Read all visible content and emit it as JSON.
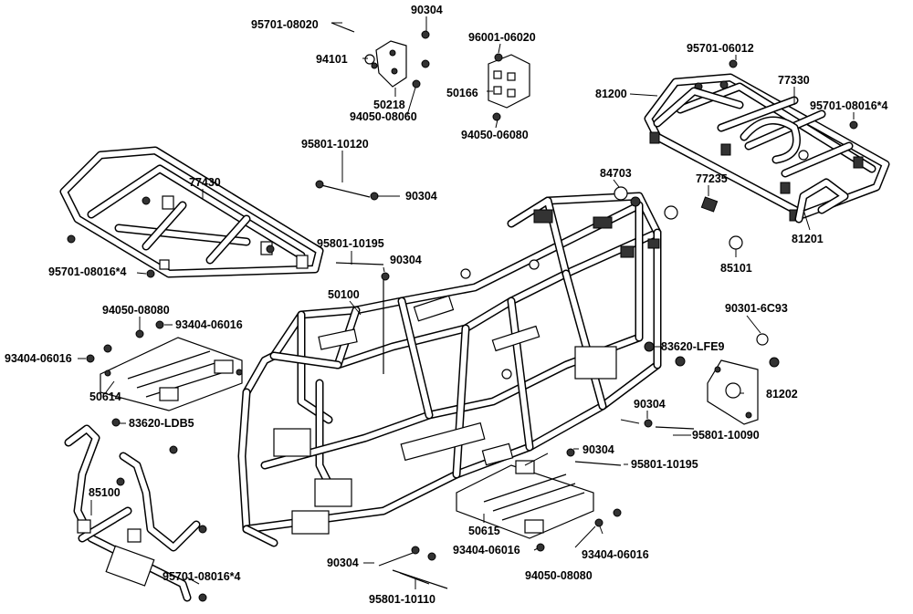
{
  "diagram": {
    "labels": {
      "p95701_08020": "95701-08020",
      "p90304_top": "90304",
      "p94101": "94101",
      "p50218": "50218",
      "p94050_08060": "94050-08060",
      "p96001_06020": "96001-06020",
      "p50166": "50166",
      "p94050_06080": "94050-06080",
      "p95701_06012": "95701-06012",
      "p77330": "77330",
      "p81200": "81200",
      "p95701_08016_rr": "95701-08016*4",
      "p95801_10120": "95801-10120",
      "p90304_upper": "90304",
      "p77430": "77430",
      "p84703": "84703",
      "p77235": "77235",
      "p81201": "81201",
      "p85101": "85101",
      "p95801_10195_upper": "95801-10195",
      "p90304_mid": "90304",
      "p95701_08016_fr": "95701-08016*4",
      "p50100": "50100",
      "p94050_08080_left": "94050-08080",
      "p93404_06016_a": "93404-06016",
      "p93404_06016_b": "93404-06016",
      "p50614": "50614",
      "p90301_6c93": "90301-6C93",
      "p83620_lfe9": "83620-LFE9",
      "p81202": "81202",
      "p90304_right": "90304",
      "p95801_10090": "95801-10090",
      "p83620_ldb5": "83620-LDB5",
      "p90304_lower_right": "90304",
      "p95801_10195_lower": "95801-10195",
      "p85100": "85100",
      "p50615": "50615",
      "p93404_06016_c": "93404-06016",
      "p93404_06016_d": "93404-06016",
      "p94050_08080_right": "94050-08080",
      "p95701_08016_bumper": "95701-08016*4",
      "p90304_bottom": "90304",
      "p95801_10110": "95801-10110"
    }
  }
}
